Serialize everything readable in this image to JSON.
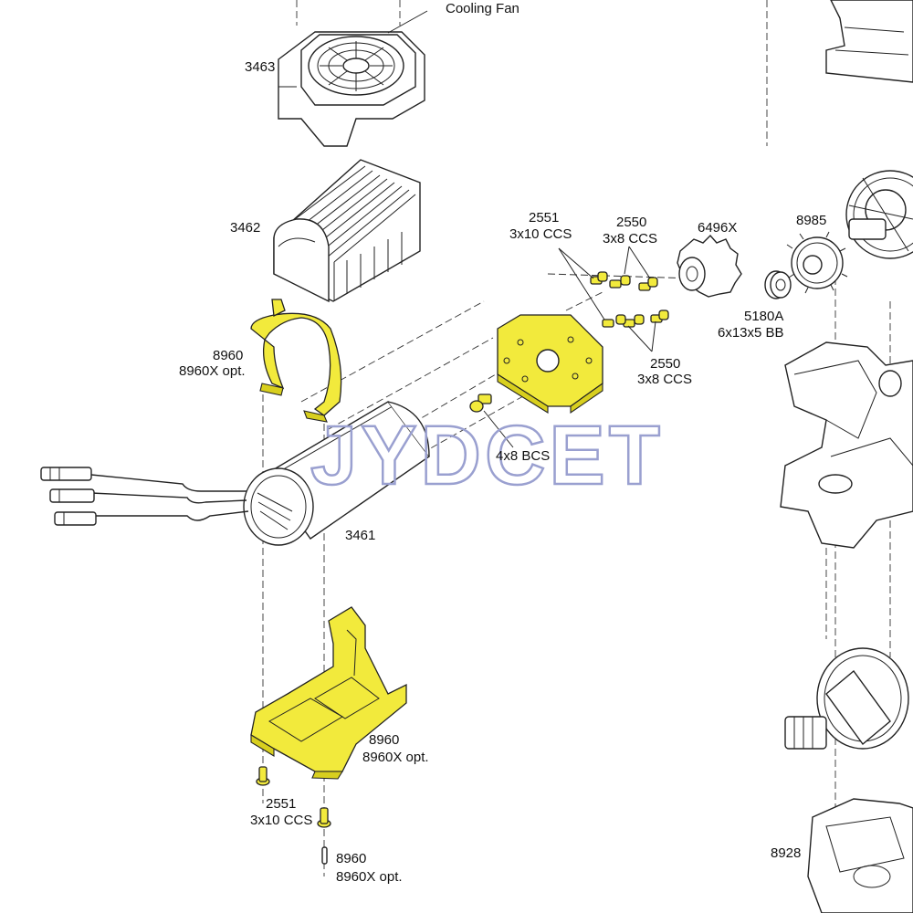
{
  "watermark": "JYDCET",
  "labels": {
    "cooling_fan": "Cooling Fan",
    "fan_part": "3463",
    "heatsink_part": "3462",
    "clip_part": "8960",
    "clip_opt": "8960X opt.",
    "screws_2551_part": "2551",
    "screws_2551_size": "3x10 CCS",
    "screws_2550_top_part": "2550",
    "screws_2550_top_size": "3x8 CCS",
    "pinion_part": "6496X",
    "gear_part": "8985",
    "bearing_part": "5180A",
    "bearing_size": "6x13x5 BB",
    "screws_2550_bottom_part": "2550",
    "screws_2550_bottom_size": "3x8 CCS",
    "bcs_screw": "4x8 BCS",
    "motor_part": "3461",
    "mount_part": "8960",
    "mount_opt": "8960X opt.",
    "bottom_screw_part": "2551",
    "bottom_screw_size": "3x10 CCS",
    "pin_part": "8960",
    "pin_opt": "8960X opt.",
    "housing_part": "8928"
  },
  "colors": {
    "highlight": "#f2ea3c",
    "line": "#222222",
    "watermark": "#9aa0d0"
  }
}
